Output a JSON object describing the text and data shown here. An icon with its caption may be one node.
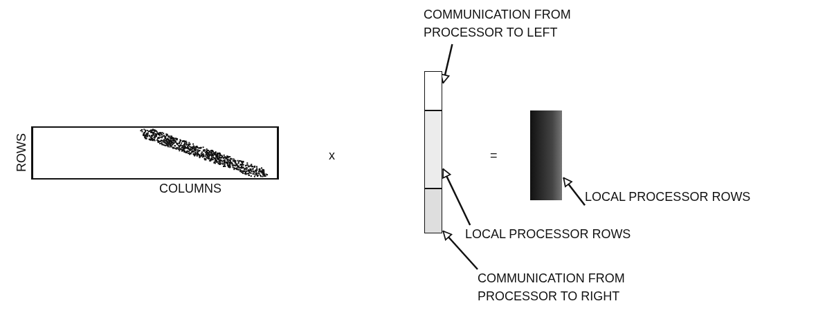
{
  "diagram": {
    "nodes": [
      {
        "text": [],
        "shape": "picture",
        "beside": [
          "ROWS",
          "COLUMNS"
        ]
      },
      {
        "text": [],
        "shape": "box"
      },
      {
        "text": [],
        "shape": "box"
      },
      {
        "text": [],
        "shape": "box"
      },
      {
        "text": [],
        "shape": "bar"
      },
      {
        "text": [
          "COMMUNICATION FROM PROCESSOR TO LEFT"
        ]
      },
      {
        "text": [
          "LOCAL PROCESSOR ROWS"
        ]
      },
      {
        "text": [
          "COMMUNICATION FROM PROCESSOR TO RIGHT"
        ]
      },
      {
        "text": [
          "LOCAL PROCESSOR ROWS"
        ]
      }
    ],
    "edges": [
      {
        "from": 5,
        "to": 1,
        "arrow": "to"
      },
      {
        "from": 6,
        "to": 2,
        "arrow": "to"
      },
      {
        "from": 7,
        "to": 3,
        "arrow": "to"
      },
      {
        "from": 8,
        "to": 4,
        "arrow": "to"
      }
    ],
    "labels": [
      "x",
      "="
    ]
  }
}
